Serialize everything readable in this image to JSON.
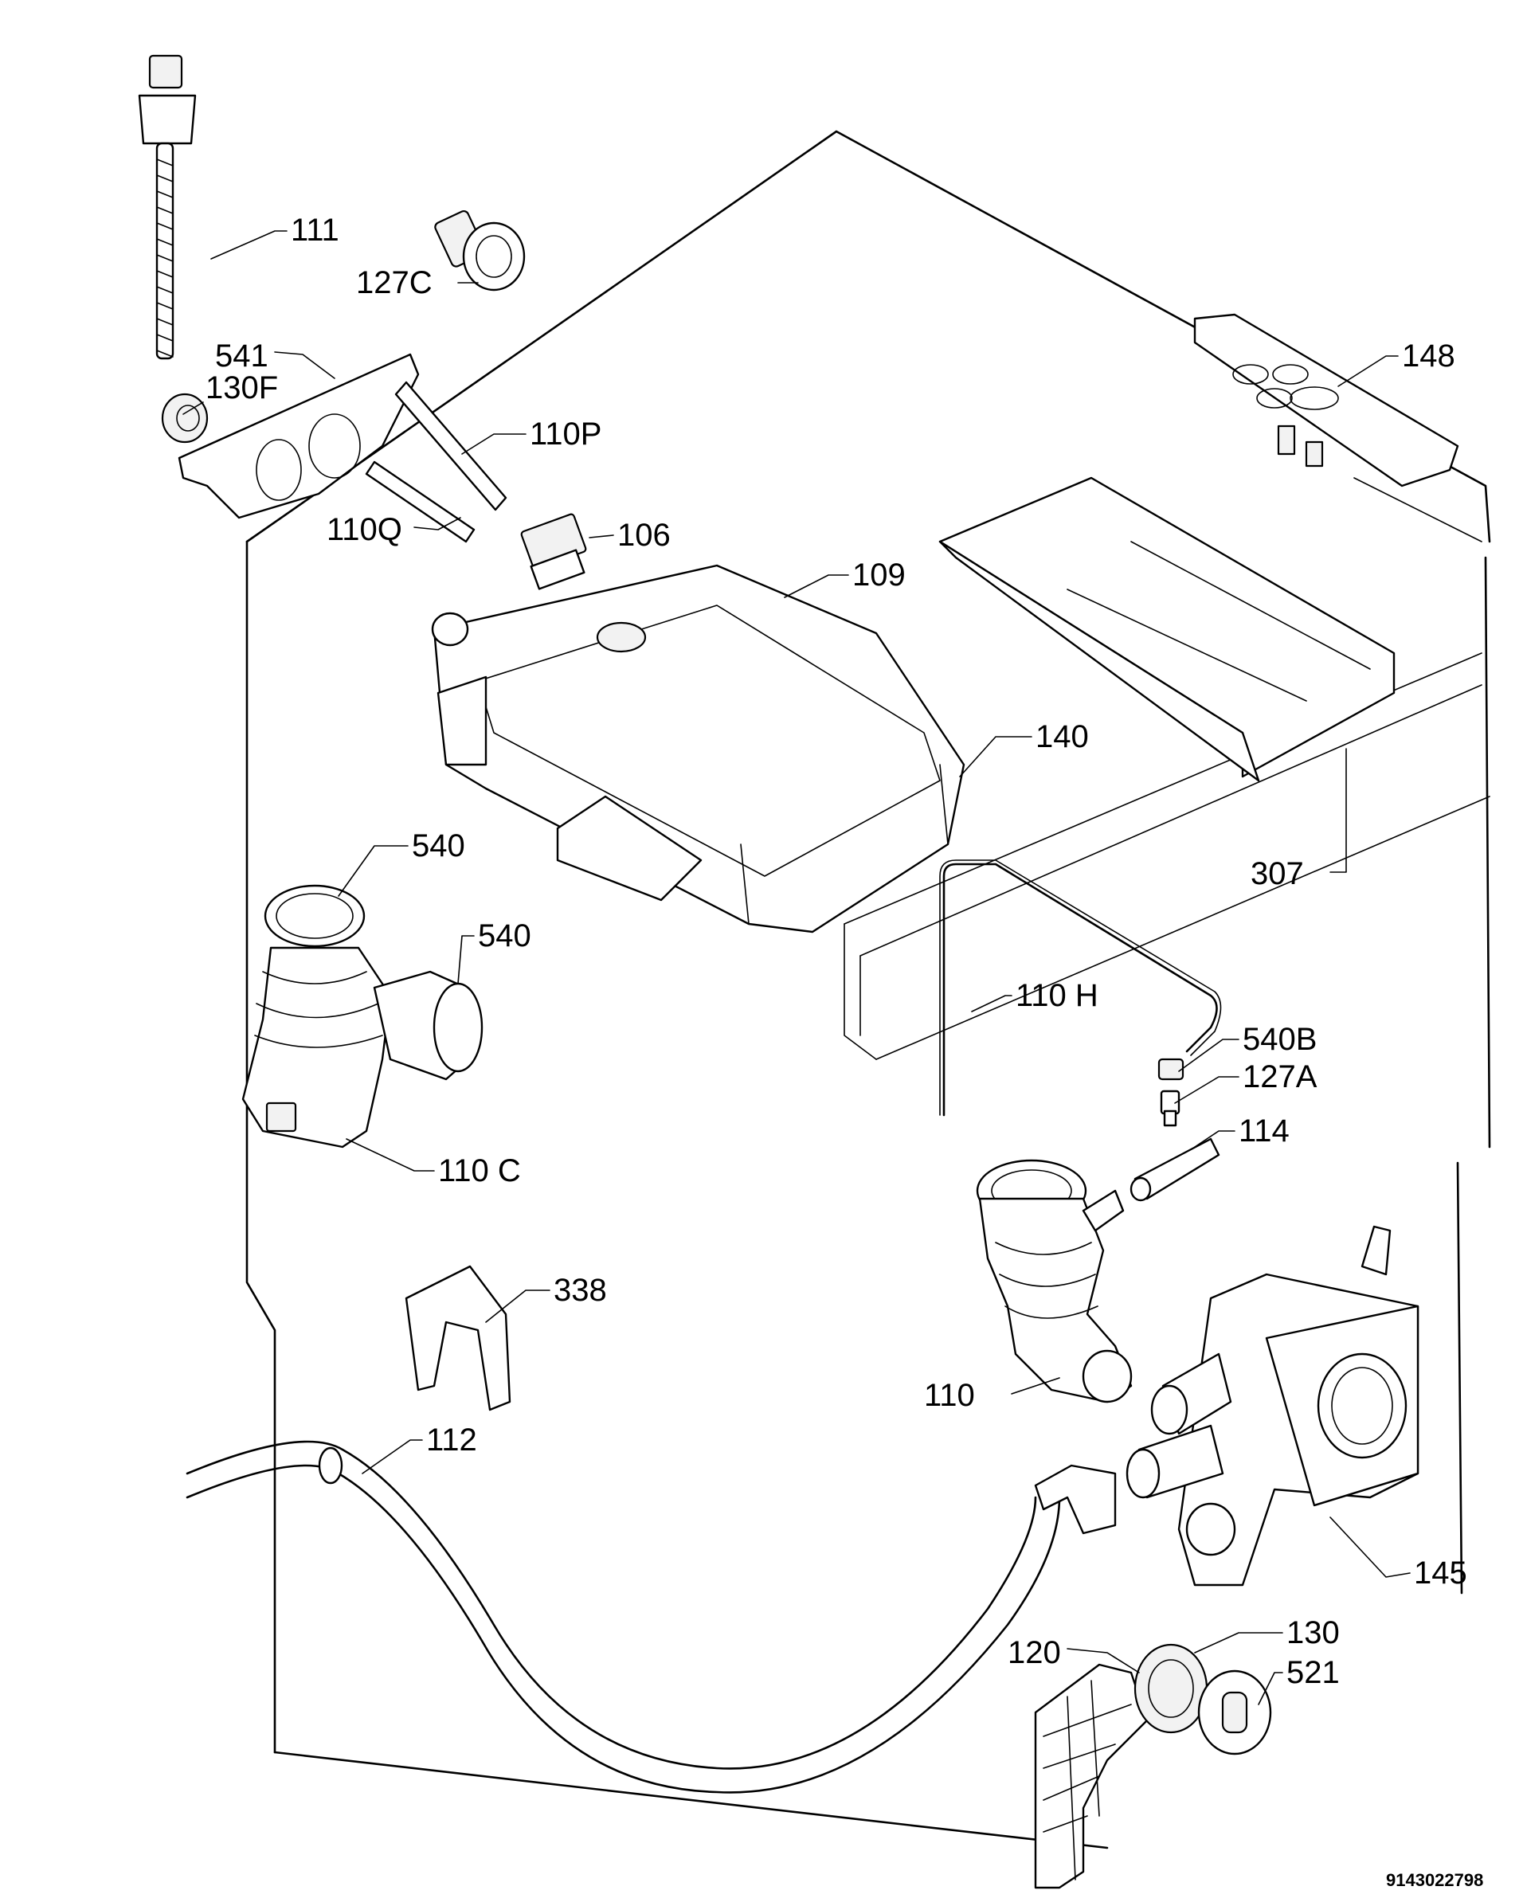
{
  "labels": [
    {
      "id": "111",
      "text": "111"
    },
    {
      "id": "127c",
      "text": "127C"
    },
    {
      "id": "541",
      "text": "541"
    },
    {
      "id": "130f",
      "text": "130F"
    },
    {
      "id": "110p",
      "text": "110P"
    },
    {
      "id": "110q",
      "text": "110Q"
    },
    {
      "id": "106",
      "text": "106"
    },
    {
      "id": "109",
      "text": "109"
    },
    {
      "id": "148",
      "text": "148"
    },
    {
      "id": "140",
      "text": "140"
    },
    {
      "id": "307",
      "text": "307"
    },
    {
      "id": "540a",
      "text": "540"
    },
    {
      "id": "540b",
      "text": "540"
    },
    {
      "id": "110h",
      "text": "110 H"
    },
    {
      "id": "540bb",
      "text": "540B"
    },
    {
      "id": "127a",
      "text": "127A"
    },
    {
      "id": "114",
      "text": "114"
    },
    {
      "id": "110c",
      "text": "110 C"
    },
    {
      "id": "338",
      "text": "338"
    },
    {
      "id": "110",
      "text": "110"
    },
    {
      "id": "112",
      "text": "112"
    },
    {
      "id": "145",
      "text": "145"
    },
    {
      "id": "130",
      "text": "130"
    },
    {
      "id": "120",
      "text": "120"
    },
    {
      "id": "521",
      "text": "521"
    }
  ],
  "drawing_code": "9143022798"
}
